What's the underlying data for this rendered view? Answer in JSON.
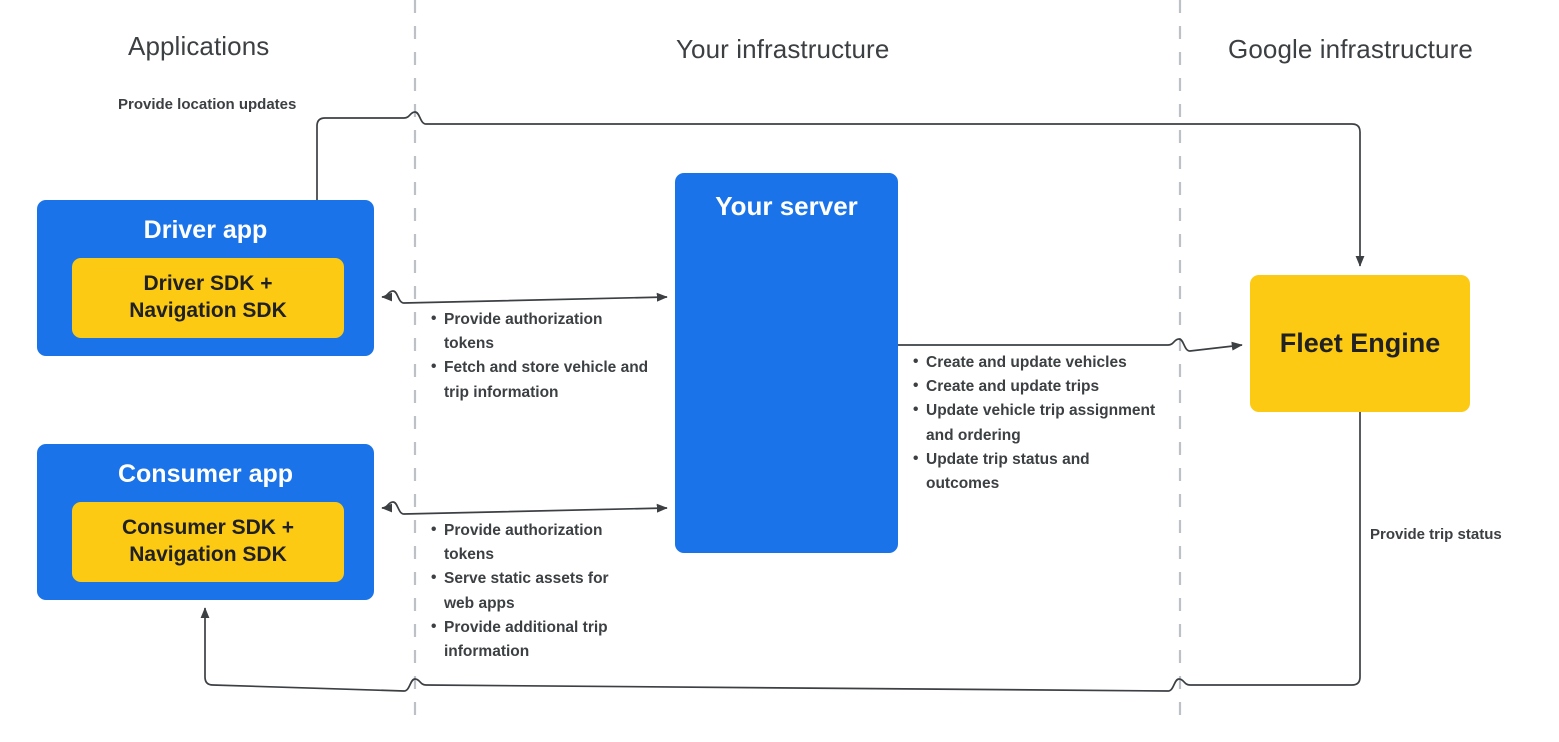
{
  "columns": [
    {
      "label": "Applications"
    },
    {
      "label": "Your infrastructure"
    },
    {
      "label": "Google infrastructure"
    }
  ],
  "apps": [
    {
      "title": "Driver app",
      "sdk": "Driver SDK +\nNavigation SDK"
    },
    {
      "title": "Consumer app",
      "sdk": "Consumer SDK +\nNavigation SDK"
    }
  ],
  "server": {
    "title": "Your server"
  },
  "engine": {
    "title": "Fleet Engine"
  },
  "captions": {
    "location_updates": "Provide location updates",
    "trip_status": "Provide trip status"
  },
  "flows": {
    "driver_to_server": [
      "Provide authorization tokens",
      "Fetch and store vehicle and trip information"
    ],
    "consumer_to_server": [
      "Provide authorization tokens",
      "Serve static assets for web apps",
      "Provide additional trip information"
    ],
    "server_to_engine": [
      "Create and update vehicles",
      "Create and update trips",
      "Update vehicle trip assignment and ordering",
      "Update trip status and outcomes"
    ]
  },
  "colors": {
    "blue": "#1a73e8",
    "yellow": "#fcc913",
    "text_dark": "#3c4043",
    "line": "#5f6368",
    "divider": "#bdc1c6"
  }
}
